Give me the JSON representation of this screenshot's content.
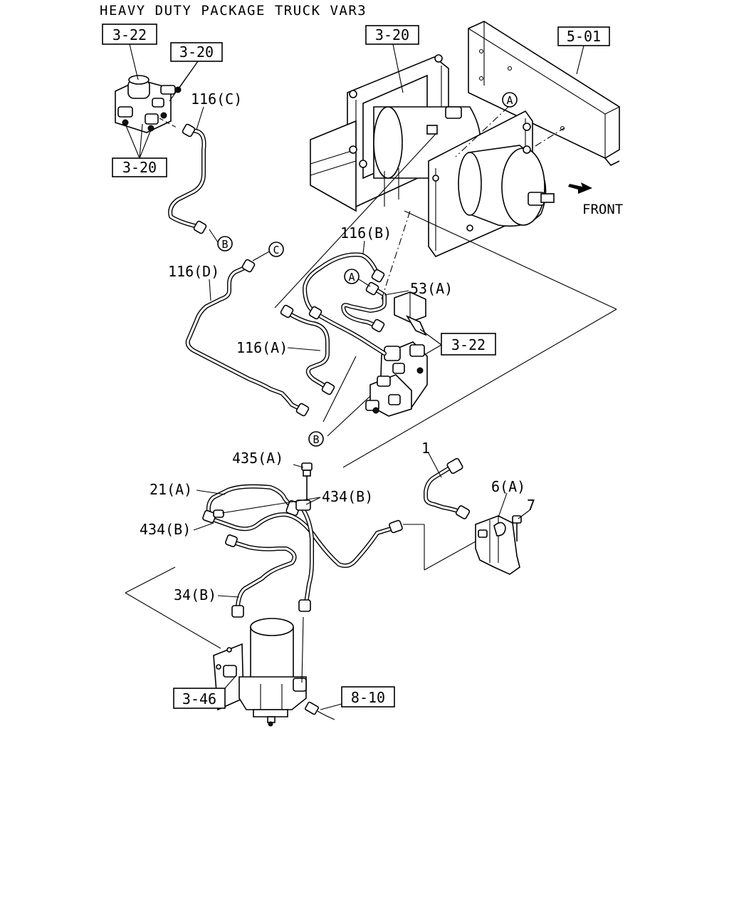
{
  "title": "HEAVY DUTY PACKAGE TRUCK VAR3",
  "front_label": "FRONT",
  "refs": {
    "ref_3_22_top": "3-22",
    "ref_3_20_a": "3-20",
    "ref_3_20_b": "3-20",
    "ref_3_20_c": "3-20",
    "ref_5_01": "5-01",
    "ref_3_22_mid": "3-22",
    "ref_3_46": "3-46",
    "ref_8_10": "8-10"
  },
  "parts": {
    "p116c": "116(C)",
    "p116b": "116(B)",
    "p116d": "116(D)",
    "p116a": "116(A)",
    "p53a": "53(A)",
    "p435a": "435(A)",
    "p21a": "21(A)",
    "p434b_1": "434(B)",
    "p434b_2": "434(B)",
    "p34b": "34(B)",
    "p1": "1",
    "p6a": "6(A)",
    "p7": "7"
  },
  "markers": {
    "a1": "A",
    "a2": "A",
    "b1": "B",
    "b2": "B",
    "c1": "C"
  }
}
